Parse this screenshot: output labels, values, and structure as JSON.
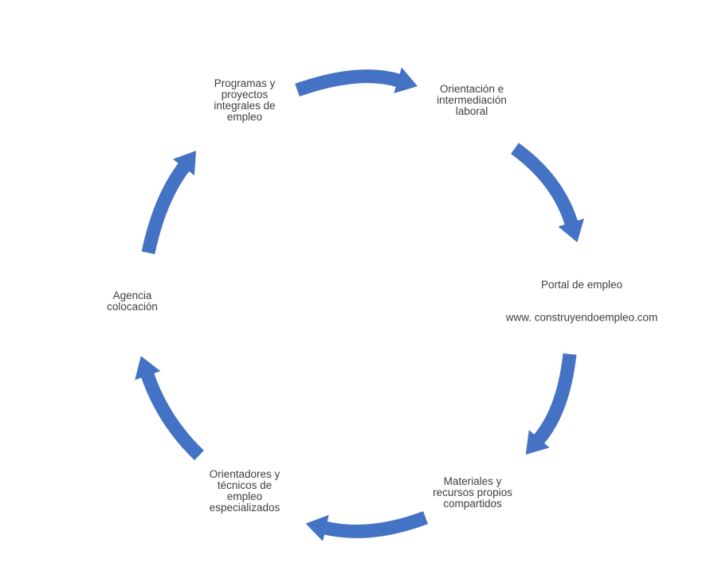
{
  "diagram": {
    "type": "cycle",
    "direction": "clockwise",
    "arrow_color": "#4472C4",
    "text_color": "#3F3F3F",
    "nodes": [
      {
        "id": "programas-proyectos-integrales",
        "label": "Programas y\nproyectos\nintegrales de\nempleo"
      },
      {
        "id": "orientacion-intermediacion",
        "label": "Orientación e\nintermediación\nlaboral"
      },
      {
        "id": "portal-empleo",
        "label": "Portal de empleo",
        "sublabel": "www. construyendoempleo.com"
      },
      {
        "id": "materiales-recursos",
        "label": "Materiales y\nrecursos propios\ncompartidos"
      },
      {
        "id": "orientadores-tecnicos",
        "label": "Orientadores y\ntécnicos de\nempleo\nespecializados"
      },
      {
        "id": "agencia-colocacion",
        "label": "Agencia\ncolocación"
      }
    ],
    "arrows": [
      {
        "from": "programas-proyectos-integrales",
        "to": "orientacion-intermediacion"
      },
      {
        "from": "orientacion-intermediacion",
        "to": "portal-empleo"
      },
      {
        "from": "portal-empleo",
        "to": "materiales-recursos"
      },
      {
        "from": "materiales-recursos",
        "to": "orientadores-tecnicos"
      },
      {
        "from": "orientadores-tecnicos",
        "to": "agencia-colocacion"
      },
      {
        "from": "agencia-colocacion",
        "to": "programas-proyectos-integrales"
      }
    ]
  }
}
